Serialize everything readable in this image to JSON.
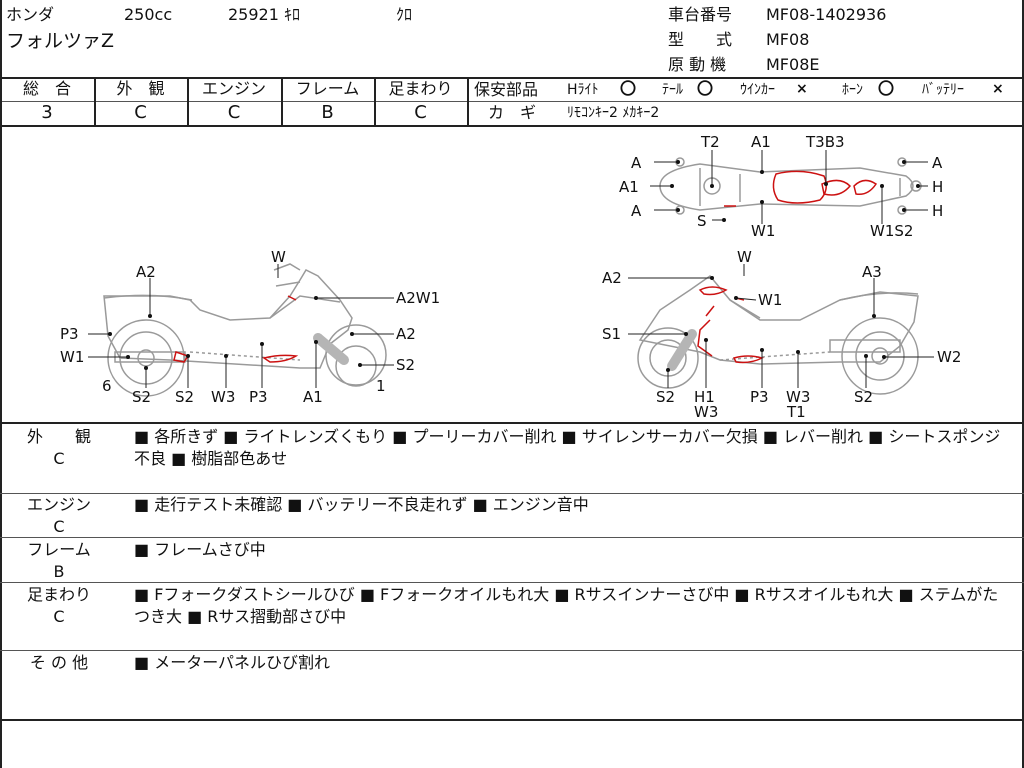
{
  "header": {
    "maker": "ホンダ",
    "displacement": "250cc",
    "mileage": "25921 ｷﾛ",
    "color": "ｸﾛ",
    "model_name": "フォルツァZ",
    "frame_number_label": "車台番号",
    "frame_number_value": "MF08-1402936",
    "type_label": "型　　式",
    "type_value": "MF08",
    "engine_label": "原 動 機",
    "engine_value": "MF08E"
  },
  "grades": {
    "headers": [
      "総　合",
      "外　観",
      "エンジン",
      "フレーム",
      "足まわり"
    ],
    "values": [
      "3",
      "C",
      "C",
      "B",
      "C"
    ]
  },
  "safety": {
    "title": "保安部品",
    "items": [
      {
        "label": "Hﾗｲﾄ",
        "mark": "〇"
      },
      {
        "label": "ﾃｰﾙ",
        "mark": "〇"
      },
      {
        "label": "ｳｲﾝｶｰ",
        "mark": "×"
      },
      {
        "label": "ﾎｰﾝ",
        "mark": "〇"
      },
      {
        "label": "ﾊﾞｯﾃﾘｰ",
        "mark": "×"
      }
    ],
    "key_label": "カ　ギ",
    "key_value": "ﾘﾓｺﾝｷｰ2 ﾒｶｷｰ2"
  },
  "diagram": {
    "left_labels": [
      "A2",
      "W",
      "A2W1",
      "P3",
      "A2",
      "W1",
      "S2",
      "6",
      "1",
      "S2",
      "S2",
      "W3",
      "P3",
      "A1"
    ],
    "right_labels": [
      "A2",
      "W",
      "A3",
      "W1",
      "S1",
      "W2",
      "S2",
      "H1",
      "W3",
      "P3",
      "W3",
      "T1",
      "S2"
    ],
    "top_labels": [
      "T2",
      "A1",
      "T3B3",
      "A",
      "A1",
      "A",
      "S",
      "W1",
      "W1S2",
      "A",
      "H",
      "H"
    ]
  },
  "sections": [
    {
      "label1": "外　　観",
      "label2": "C",
      "text": "■ 各所きず ■ ライトレンズくもり ■ プーリーカバー削れ ■ サイレンサーカバー欠損 ■ レバー削れ ■ シートスポンジ不良 ■ 樹脂部色あせ"
    },
    {
      "label1": "エンジン",
      "label2": "C",
      "text": "■ 走行テスト未確認 ■ バッテリー不良走れず ■ エンジン音中"
    },
    {
      "label1": "フレーム",
      "label2": "B",
      "text": "■ フレームさび中"
    },
    {
      "label1": "足まわり",
      "label2": "C",
      "text": "■ Fフォークダストシールひび ■ Fフォークオイルもれ大 ■ Rサスインナーさび中 ■ Rサスオイルもれ大 ■ ステムがたつき大 ■ Rサス摺動部さび中"
    },
    {
      "label1": "そ の 他",
      "label2": "",
      "text": "■ メーターパネルひび割れ"
    }
  ],
  "colors": {
    "damage": "#cc1111",
    "line": "#222222",
    "outline": "#999999"
  }
}
